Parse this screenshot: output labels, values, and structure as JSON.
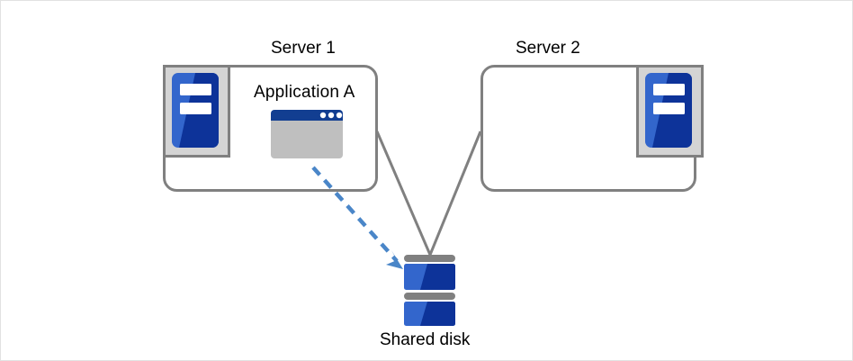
{
  "diagram": {
    "title": "Shared disk cluster diagram",
    "type": "cluster-topology",
    "background_color": "#ffffff",
    "border_color": "#e2e2e2"
  },
  "colors": {
    "node_border": "#808080",
    "connector": "#808080",
    "arrow_blue": "#4a86c8",
    "icon_blue_light": "#3366cc",
    "icon_blue_dark": "#0d3399",
    "icon_tray": "#d4d4d4",
    "icon_tray_border": "#808080",
    "window_titlebar": "#123e91",
    "window_body": "#bfbfbf",
    "disk_bar": "#808080"
  },
  "nodes": {
    "server1": {
      "label": "Server 1",
      "icon": "server-icon",
      "application": {
        "label": "Application A",
        "icon": "app-window-icon",
        "dots": 3
      }
    },
    "server2": {
      "label": "Server 2",
      "icon": "server-icon",
      "application": null
    },
    "shared_disk": {
      "label": "Shared disk",
      "icon": "disk-stack-icon",
      "platters": 2
    }
  },
  "connections": [
    {
      "from": "server1",
      "to": "shared_disk",
      "style": "solid",
      "color": "#808080",
      "arrow": false
    },
    {
      "from": "server2",
      "to": "shared_disk",
      "style": "solid",
      "color": "#808080",
      "arrow": false
    },
    {
      "from": "application_a",
      "to": "shared_disk",
      "style": "dashed",
      "color": "#4a86c8",
      "arrow": true
    }
  ]
}
